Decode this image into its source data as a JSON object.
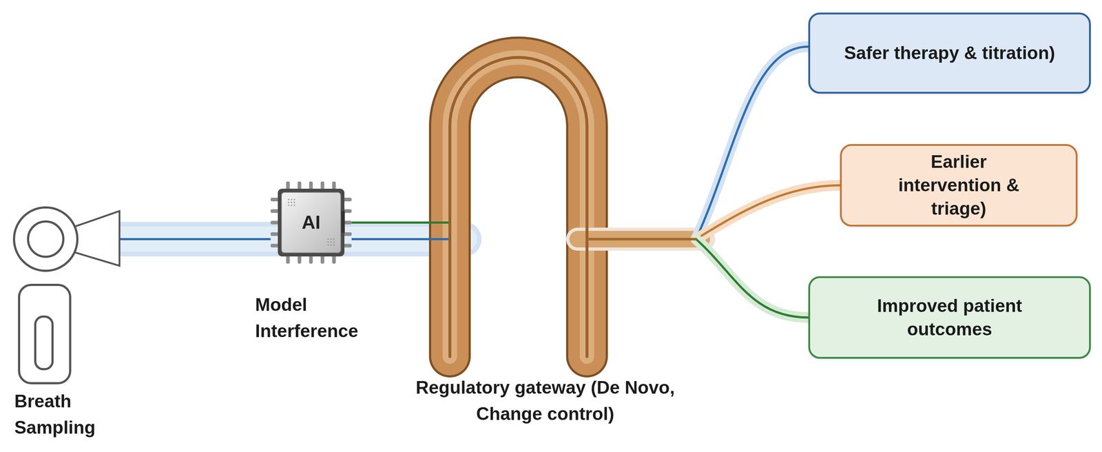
{
  "diagram": {
    "nodes": [
      {
        "text": [
          "AI",
          "Model Interference"
        ]
      },
      {
        "text": [
          "Safer therapy & titration)"
        ]
      },
      {
        "text": [
          "Earlier intervention & triage)"
        ]
      },
      {
        "text": [
          "Improved patient outcomes"
        ]
      }
    ],
    "edges": [
      {
        "from": 0,
        "to": 1,
        "arrow": "none"
      },
      {
        "from": 0,
        "to": 2,
        "arrow": "none"
      },
      {
        "from": 0,
        "to": 3,
        "arrow": "none"
      }
    ],
    "labels": [
      "Breath Sampling",
      "Regulatory gateway (De Novo, Change control)"
    ]
  }
}
